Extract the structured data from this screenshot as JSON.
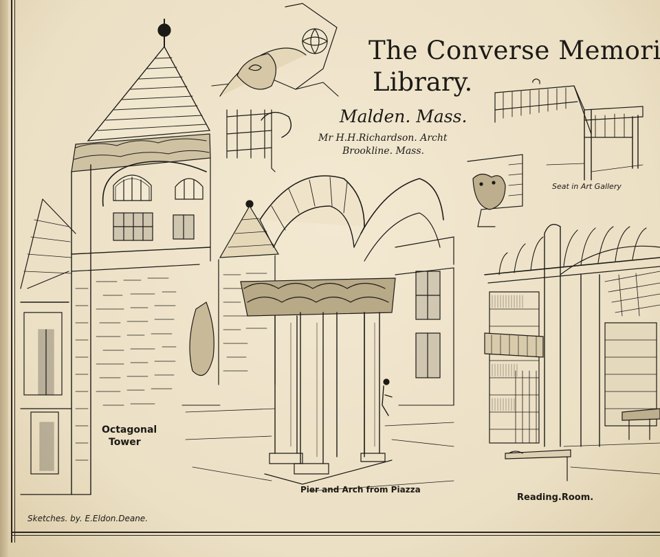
{
  "title": {
    "line1": "The Converse Memorial",
    "line2": "Library."
  },
  "location": "Malden. Mass.",
  "architect": {
    "line1": "Mr H.H.Richardson. Archt",
    "line2": "Brookline. Mass."
  },
  "captions": {
    "tower_line1": "Octagonal",
    "tower_line2": "Tower",
    "seat": "Seat in Art Gallery",
    "pier": "Pier and Arch from Piazza",
    "reading": "Reading.Room."
  },
  "credit": "Sketches. by. E.Eldon.Deane.",
  "colors": {
    "paper": "#ece0c6",
    "ink": "#1c1a16",
    "rule": "#2a2520"
  }
}
